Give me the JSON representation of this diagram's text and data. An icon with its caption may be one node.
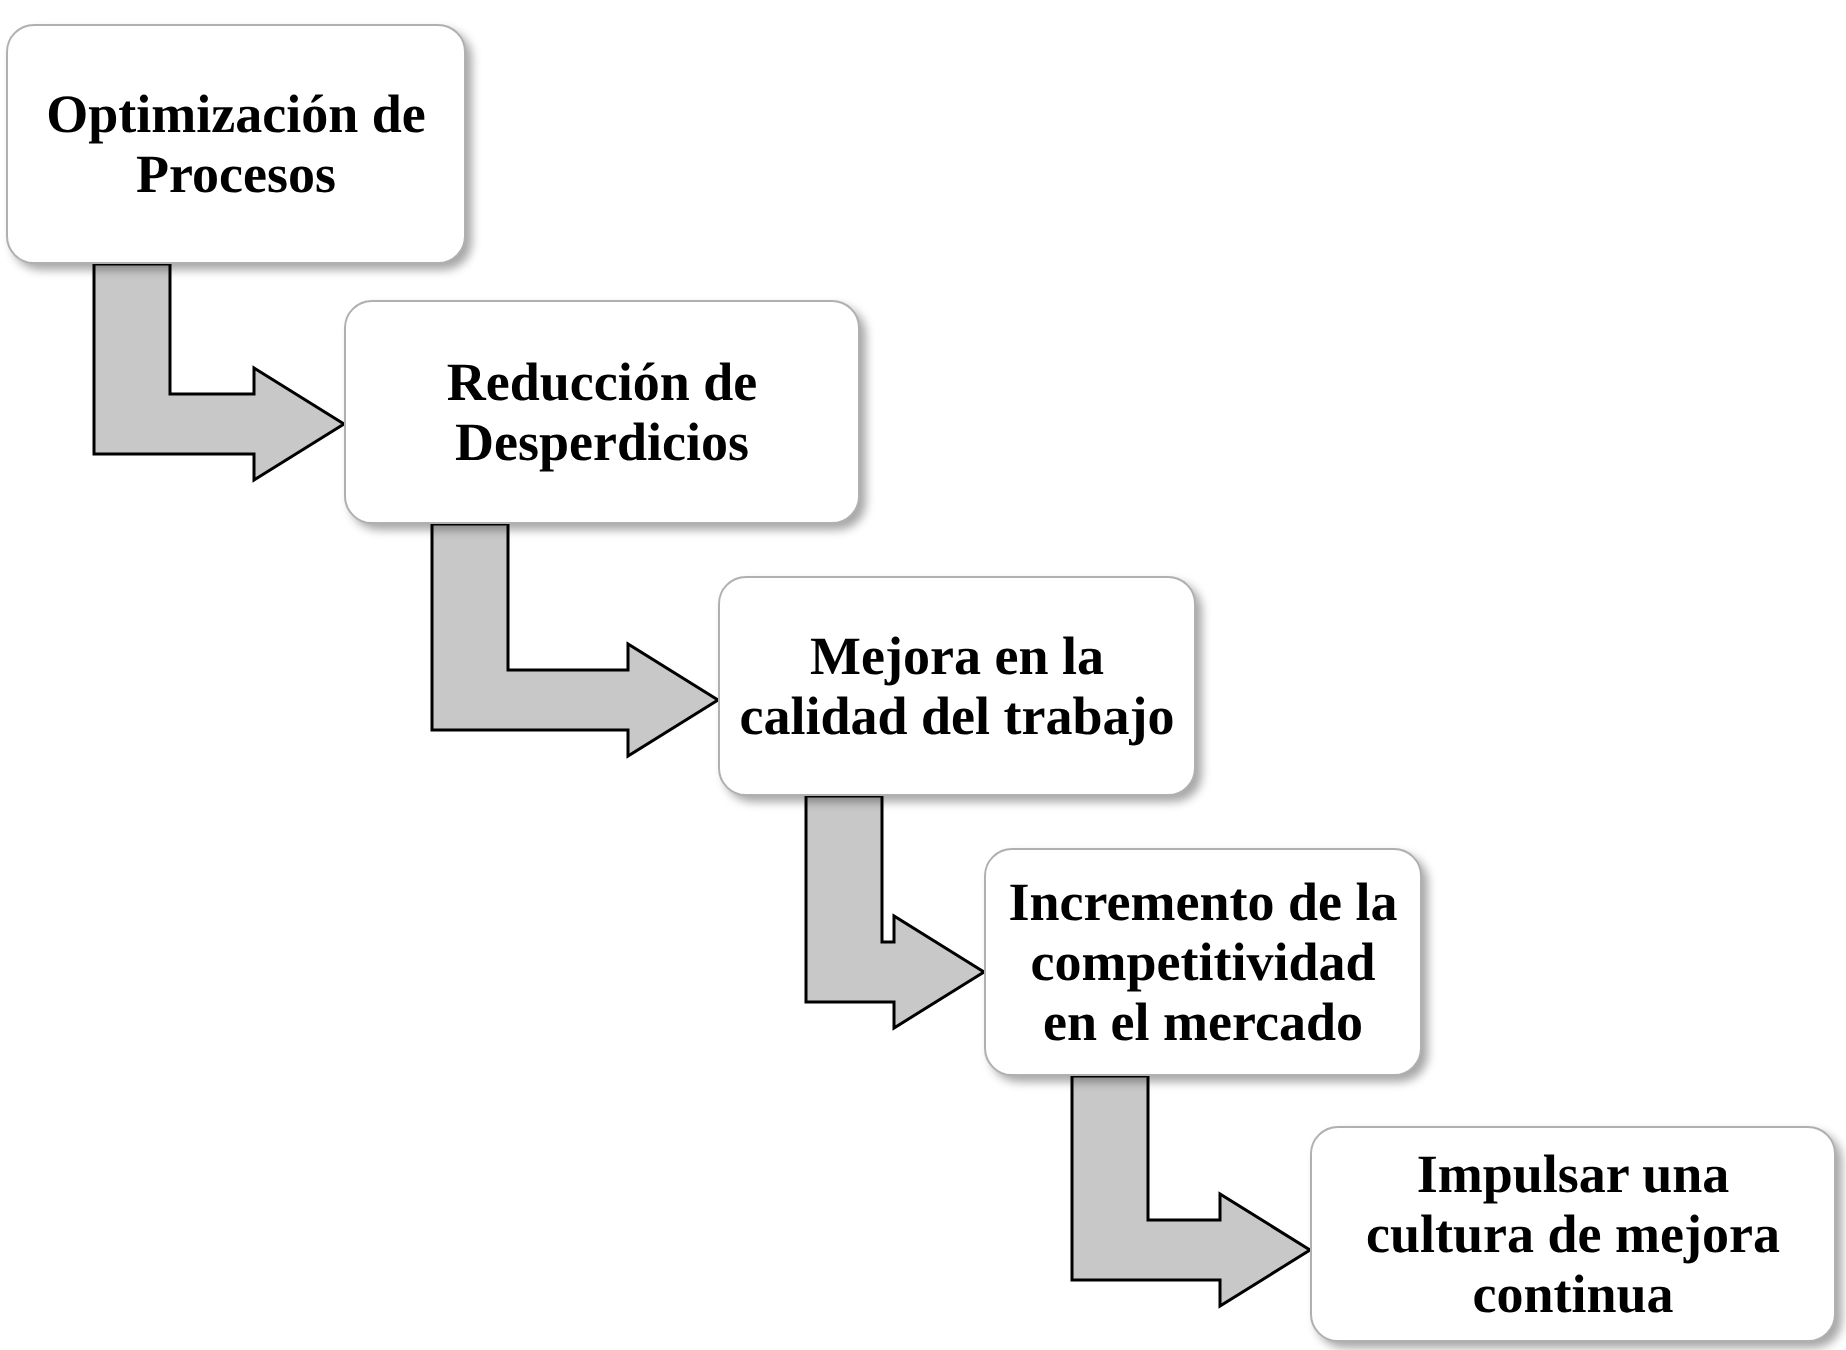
{
  "diagram": {
    "nodes": [
      {
        "text": [
          "Optimización de Procesos"
        ]
      },
      {
        "text": [
          "Reducción de Desperdicios"
        ]
      },
      {
        "text": [
          "Mejora en la calidad del trabajo"
        ]
      },
      {
        "text": [
          "Incremento de la competitividad en el mercado"
        ]
      },
      {
        "text": [
          "Impulsar una cultura de mejora continua"
        ]
      }
    ],
    "edges": [
      {
        "from": 0,
        "to": 1,
        "arrow": "to",
        "style": "thick"
      },
      {
        "from": 1,
        "to": 2,
        "arrow": "to",
        "style": "thick"
      },
      {
        "from": 2,
        "to": 3,
        "arrow": "to",
        "style": "thick"
      },
      {
        "from": 3,
        "to": 4,
        "arrow": "to",
        "style": "thick"
      }
    ]
  }
}
